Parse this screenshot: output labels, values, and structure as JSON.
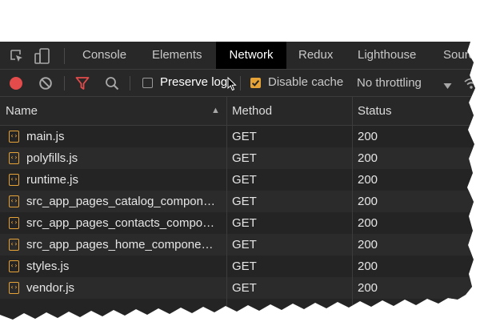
{
  "tabs": [
    {
      "label": "Console",
      "active": false
    },
    {
      "label": "Elements",
      "active": false
    },
    {
      "label": "Network",
      "active": true
    },
    {
      "label": "Redux",
      "active": false
    },
    {
      "label": "Lighthouse",
      "active": false
    },
    {
      "label": "Sourc",
      "active": false
    }
  ],
  "toolbar": {
    "preserve_log_label": "Preserve log",
    "preserve_log_checked": false,
    "disable_cache_label": "Disable cache",
    "disable_cache_checked": true,
    "throttling_value": "No throttling"
  },
  "icons": {
    "record": "record-icon",
    "clear": "clear-icon",
    "filter": "filter-icon",
    "search": "search-icon",
    "inspect": "inspect-element-icon",
    "device": "device-toolbar-icon",
    "wifi": "network-conditions-icon",
    "file": "script-file-icon"
  },
  "colors": {
    "record": "#e44b4b",
    "filter": "#e44b4b",
    "checkbox_checked": "#e4a237",
    "file_icon": "#e4a237",
    "active_tab_bg": "#000000"
  },
  "table": {
    "headers": {
      "name": "Name",
      "method": "Method",
      "status": "Status"
    },
    "sort_indicator": "▲",
    "rows": [
      {
        "name": "main.js",
        "method": "GET",
        "status": "200"
      },
      {
        "name": "polyfills.js",
        "method": "GET",
        "status": "200"
      },
      {
        "name": "runtime.js",
        "method": "GET",
        "status": "200"
      },
      {
        "name": "src_app_pages_catalog_compon…",
        "method": "GET",
        "status": "200"
      },
      {
        "name": "src_app_pages_contacts_compo…",
        "method": "GET",
        "status": "200"
      },
      {
        "name": "src_app_pages_home_compone…",
        "method": "GET",
        "status": "200"
      },
      {
        "name": "styles.js",
        "method": "GET",
        "status": "200"
      },
      {
        "name": "vendor.js",
        "method": "GET",
        "status": "200"
      }
    ]
  }
}
